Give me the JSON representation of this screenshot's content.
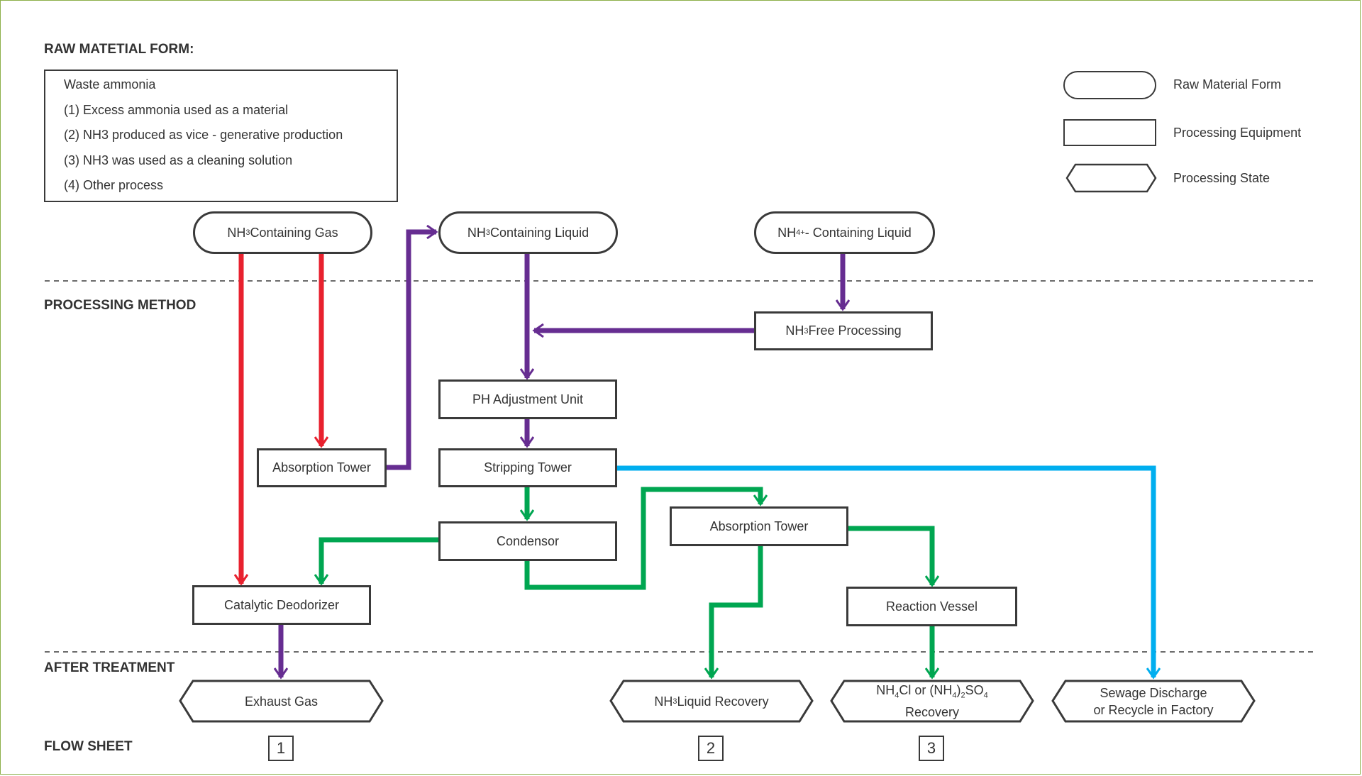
{
  "colors": {
    "red": "#e8212e",
    "purple": "#662d91",
    "green": "#00a651",
    "blue": "#00aeef",
    "border": "#8cb04a",
    "node_stroke": "#3a3a3a"
  },
  "sections": {
    "raw_material": "RAW MATETIAL FORM:",
    "processing": "PROCESSING METHOD",
    "after": "AFTER TREATMENT",
    "flow_sheet": "FLOW SHEET"
  },
  "waste_box": {
    "title": "Waste ammonia",
    "items": [
      "(1) Excess ammonia used as a material",
      "(2) NH3 produced as vice - generative production",
      "(3) NH3 was used as a cleaning solution",
      "(4) Other process"
    ]
  },
  "legend": [
    {
      "shape": "pill",
      "label": "Raw Material Form"
    },
    {
      "shape": "rect",
      "label": "Processing Equipment"
    },
    {
      "shape": "hex",
      "label": "Processing State"
    }
  ],
  "nodes": {
    "gas": {
      "pre": "NH",
      "sub": "3",
      "post": " Containing Gas"
    },
    "liquid": {
      "pre": "NH",
      "sub": "3",
      "post": " Containing Liquid"
    },
    "nh4_liquid": {
      "pre": "NH",
      "sub": "4",
      "sup": "+",
      "post": " - Containing Liquid"
    },
    "nh3_free": {
      "pre": "NH",
      "sub": "3",
      "post": " Free Processing"
    },
    "ph_unit": "PH Adjustment Unit",
    "stripping": "Stripping Tower",
    "absorption_left": "Absorption Tower",
    "condensor": "Condensor",
    "absorption_right": "Absorption Tower",
    "catalytic": "Catalytic Deodorizer",
    "reaction": "Reaction Vessel",
    "exhaust": "Exhaust Gas",
    "liquid_recovery": {
      "pre": "NH",
      "sub": "3",
      "post": " Liquid Recovery"
    },
    "salt_recovery": {
      "p1": "NH",
      "s1": "4",
      "p2": "Cl or (NH",
      "s2": "4",
      "p3": ")",
      "s3": "2",
      "p4": "SO",
      "s4": "4",
      "line2": "Recovery"
    },
    "sewage": {
      "line1": "Sewage Discharge",
      "line2": "or Recycle in Factory"
    }
  },
  "flow_numbers": [
    "1",
    "2",
    "3"
  ]
}
